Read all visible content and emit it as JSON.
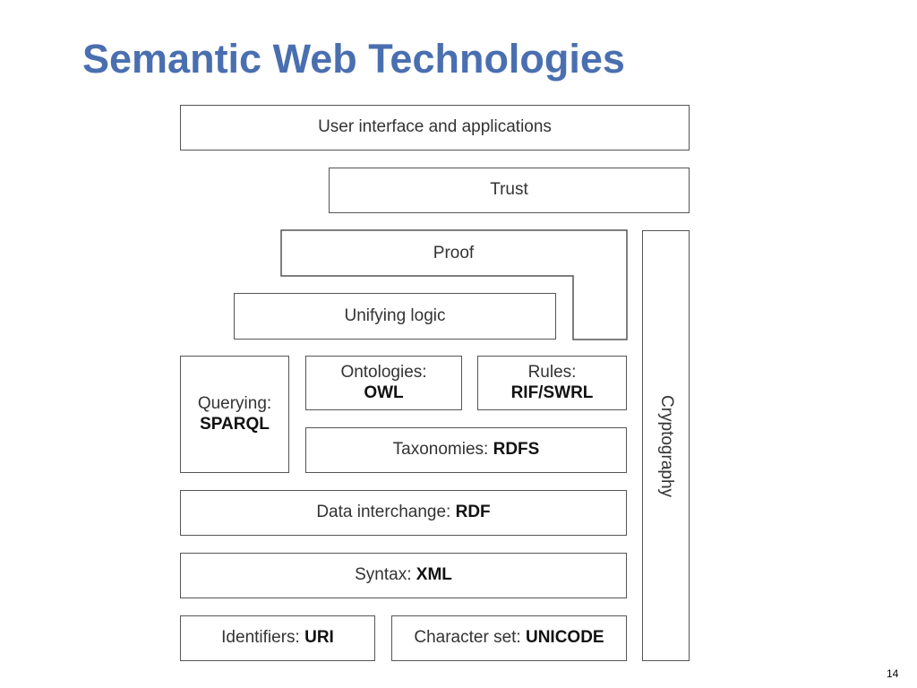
{
  "title": "Semantic Web Technologies",
  "page_number": "14",
  "stack": {
    "user_interface": "User interface and applications",
    "trust": "Trust",
    "proof": "Proof",
    "unifying_logic": "Unifying logic",
    "querying": {
      "label": "Querying:",
      "tech": "SPARQL"
    },
    "ontologies": {
      "label": "Ontologies:",
      "tech": "OWL"
    },
    "rules": {
      "label": "Rules:",
      "tech": "RIF/SWRL"
    },
    "taxonomies": {
      "label": "Taxonomies:",
      "tech": "RDFS"
    },
    "data_interchange": {
      "label": "Data interchange:",
      "tech": "RDF"
    },
    "syntax": {
      "label": "Syntax:",
      "tech": "XML"
    },
    "identifiers": {
      "label": "Identifiers:",
      "tech": "URI"
    },
    "character_set": {
      "label": "Character set:",
      "tech": "UNICODE"
    },
    "cryptography": "Cryptography"
  },
  "colors": {
    "title": "#4a6fb0",
    "border": "#555555"
  }
}
